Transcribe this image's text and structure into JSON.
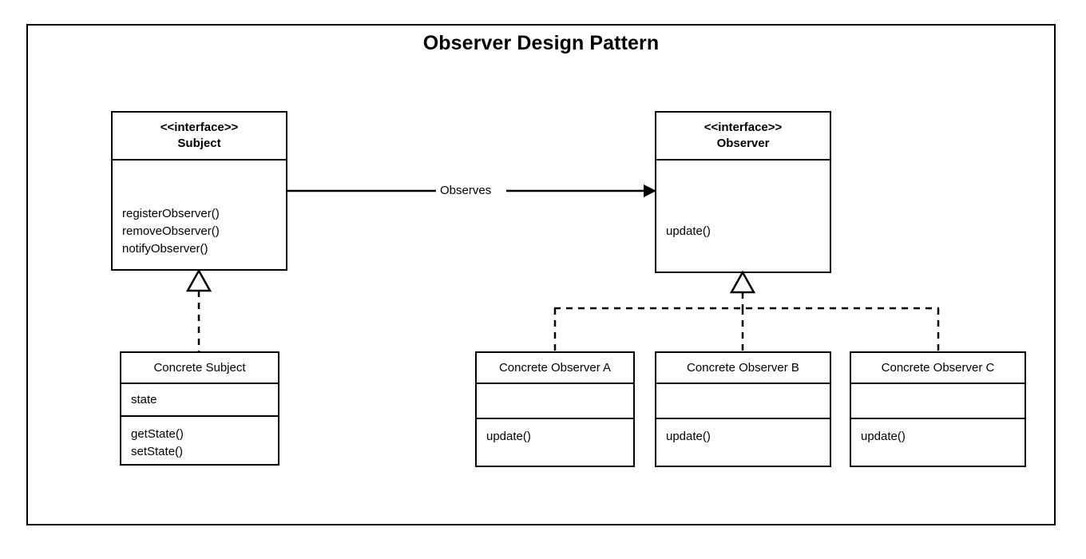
{
  "diagram": {
    "title": "Observer Design Pattern",
    "frame_color": "#000000",
    "background_color": "#ffffff",
    "line_color": "#000000"
  },
  "classes": {
    "subject": {
      "stereotype": "<<interface>>",
      "name": "Subject",
      "methods": [
        "registerObserver()",
        "removeObserver()",
        "notifyObserver()"
      ]
    },
    "observer": {
      "stereotype": "<<interface>>",
      "name": "Observer",
      "methods": [
        "update()"
      ]
    },
    "concrete_subject": {
      "name": "Concrete Subject",
      "attributes": [
        "state"
      ],
      "methods": [
        "getState()",
        "setState()"
      ]
    },
    "concrete_observer_a": {
      "name": "Concrete Observer A",
      "attributes": [],
      "methods": [
        "update()"
      ]
    },
    "concrete_observer_b": {
      "name": "Concrete Observer B",
      "attributes": [],
      "methods": [
        "update()"
      ]
    },
    "concrete_observer_c": {
      "name": "Concrete Observer C",
      "attributes": [],
      "methods": [
        "update()"
      ]
    }
  },
  "relations": {
    "observes_label": "Observes",
    "observes_from": "Subject",
    "observes_to": "Observer",
    "realizations": [
      {
        "from": "Concrete Subject",
        "to": "Subject"
      },
      {
        "from": "Concrete Observer A",
        "to": "Observer"
      },
      {
        "from": "Concrete Observer B",
        "to": "Observer"
      },
      {
        "from": "Concrete Observer C",
        "to": "Observer"
      }
    ]
  }
}
